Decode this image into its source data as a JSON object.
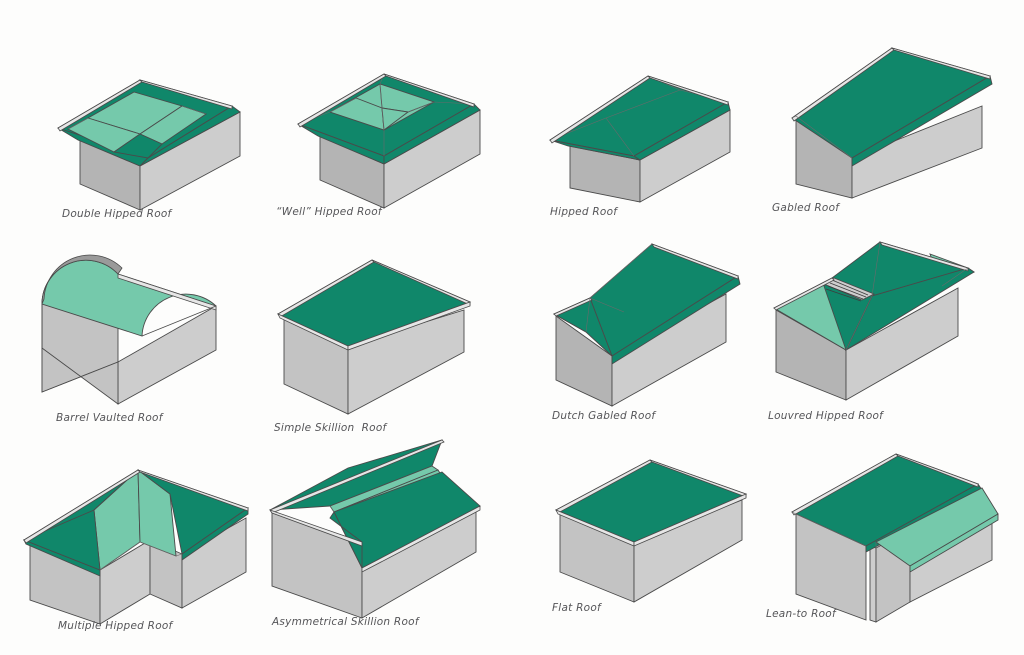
{
  "document": {
    "title": "Roof Types",
    "background_color": "#fdfdfc",
    "palette": {
      "roof_dark_green": "#10876a",
      "roof_light_green": "#75c9ab",
      "wall_light_grey": "#cdcdcd",
      "wall_mid_grey": "#c3c3c3",
      "wall_dark_grey": "#b4b4b4",
      "fascia_white": "#e6e6e6",
      "outline": "#4a4a4a",
      "caption_text": "#555558"
    }
  },
  "figures": [
    {
      "id": "double-hipped-roof",
      "label": "Double Hipped Roof",
      "row": 1,
      "col": 1
    },
    {
      "id": "well-hipped-roof",
      "label": "“Well” Hipped Roof",
      "row": 1,
      "col": 2
    },
    {
      "id": "hipped-roof",
      "label": "Hipped Roof",
      "row": 1,
      "col": 3
    },
    {
      "id": "gabled-roof",
      "label": "Gabled Roof",
      "row": 1,
      "col": 4
    },
    {
      "id": "barrel-vaulted-roof",
      "label": "Barrel Vaulted Roof",
      "row": 2,
      "col": 1
    },
    {
      "id": "simple-skillion-roof",
      "label": "Simple Skillion  Roof",
      "row": 2,
      "col": 2
    },
    {
      "id": "dutch-gabled-roof",
      "label": "Dutch Gabled Roof",
      "row": 2,
      "col": 3
    },
    {
      "id": "louvred-hipped-roof",
      "label": "Louvred Hipped Roof",
      "row": 2,
      "col": 4
    },
    {
      "id": "multiple-hipped-roof",
      "label": "Multiple Hipped Roof",
      "row": 3,
      "col": 1
    },
    {
      "id": "asymmetrical-skillion-roof",
      "label": "Asymmetrical Skillion Roof",
      "row": 3,
      "col": 2
    },
    {
      "id": "flat-roof",
      "label": "Flat Roof",
      "row": 3,
      "col": 3
    },
    {
      "id": "lean-to-roof",
      "label": "Lean-to Roof",
      "row": 3,
      "col": 4
    }
  ],
  "captions": {
    "f0": "Double Hipped Roof",
    "f1": "“Well” Hipped Roof",
    "f2": "Hipped Roof",
    "f3": "Gabled Roof",
    "f4": "Barrel Vaulted Roof",
    "f5": "Simple Skillion  Roof",
    "f6": "Dutch Gabled Roof",
    "f7": "Louvred Hipped Roof",
    "f8": "Multiple Hipped Roof",
    "f9": "Asymmetrical Skillion Roof",
    "f10": "Flat Roof",
    "f11": "Lean-to Roof"
  }
}
